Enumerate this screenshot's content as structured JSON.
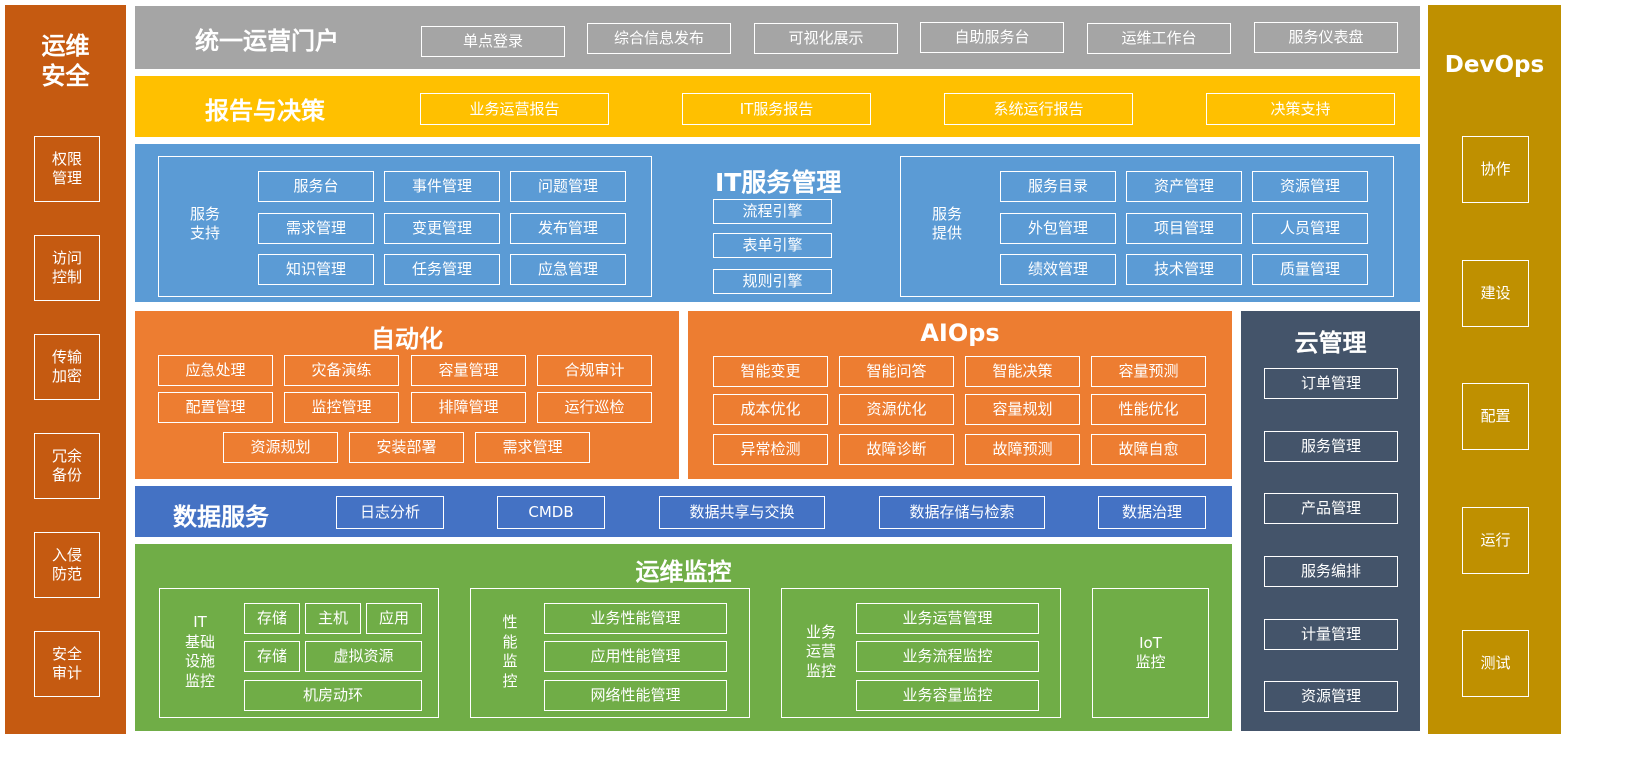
{
  "colors": {
    "security": "#c55a11",
    "devops": "#bf9000",
    "portal": "#a5a5a5",
    "report": "#ffc000",
    "itsm": "#5b9bd5",
    "automation": "#ed7d31",
    "aiops": "#ed7d31",
    "data": "#4472c4",
    "monitor": "#70ad47",
    "cloud": "#44546a"
  },
  "security": {
    "title": "运维\n安全",
    "items": [
      "权限\n管理",
      "访问\n控制",
      "传输\n加密",
      "冗余\n备份",
      "入侵\n防范",
      "安全\n审计"
    ]
  },
  "devops": {
    "title": "DevOps",
    "items": [
      "协作",
      "建设",
      "配置",
      "运行",
      "测试"
    ]
  },
  "portal": {
    "title": "统一运营门户",
    "items": [
      "单点登录",
      "综合信息发布",
      "可视化展示",
      "自助服务台",
      "运维工作台",
      "服务仪表盘"
    ]
  },
  "report": {
    "title": "报告与决策",
    "items": [
      "业务运营报告",
      "IT服务报告",
      "系统运行报告",
      "决策支持"
    ]
  },
  "itsm": {
    "title": "IT服务管理",
    "support_label": "服务\n支持",
    "support_items": [
      "服务台",
      "事件管理",
      "问题管理",
      "需求管理",
      "变更管理",
      "发布管理",
      "知识管理",
      "任务管理",
      "应急管理"
    ],
    "engines": [
      "流程引擎",
      "表单引擎",
      "规则引擎"
    ],
    "provide_label": "服务\n提供",
    "provide_items": [
      "服务目录",
      "资产管理",
      "资源管理",
      "外包管理",
      "项目管理",
      "人员管理",
      "绩效管理",
      "技术管理",
      "质量管理"
    ]
  },
  "automation": {
    "title": "自动化",
    "items": [
      "应急处理",
      "灾备演练",
      "容量管理",
      "合规审计",
      "配置管理",
      "监控管理",
      "排障管理",
      "运行巡检",
      "资源规划",
      "安装部署",
      "需求管理"
    ]
  },
  "aiops": {
    "title": "AIOps",
    "items": [
      "智能变更",
      "智能问答",
      "智能决策",
      "容量预测",
      "成本优化",
      "资源优化",
      "容量规划",
      "性能优化",
      "异常检测",
      "故障诊断",
      "故障预测",
      "故障自愈"
    ]
  },
  "cloud": {
    "title": "云管理",
    "items": [
      "订单管理",
      "服务管理",
      "产品管理",
      "服务编排",
      "计量管理",
      "资源管理"
    ]
  },
  "data": {
    "title": "数据服务",
    "items": [
      "日志分析",
      "CMDB",
      "数据共享与交换",
      "数据存储与检索",
      "数据治理"
    ]
  },
  "monitor": {
    "title": "运维监控",
    "infra_label": "IT\n基础\n设施\n监控",
    "infra_items": [
      "存储",
      "主机",
      "应用",
      "存储",
      "虚拟资源",
      "机房动环"
    ],
    "perf_label": "性\n能\n监\n控",
    "perf_items": [
      "业务性能管理",
      "应用性能管理",
      "网络性能管理"
    ],
    "biz_label": "业务\n运营\n监控",
    "biz_items": [
      "业务运营管理",
      "业务流程监控",
      "业务容量监控"
    ],
    "iot_label": "IoT\n监控"
  }
}
